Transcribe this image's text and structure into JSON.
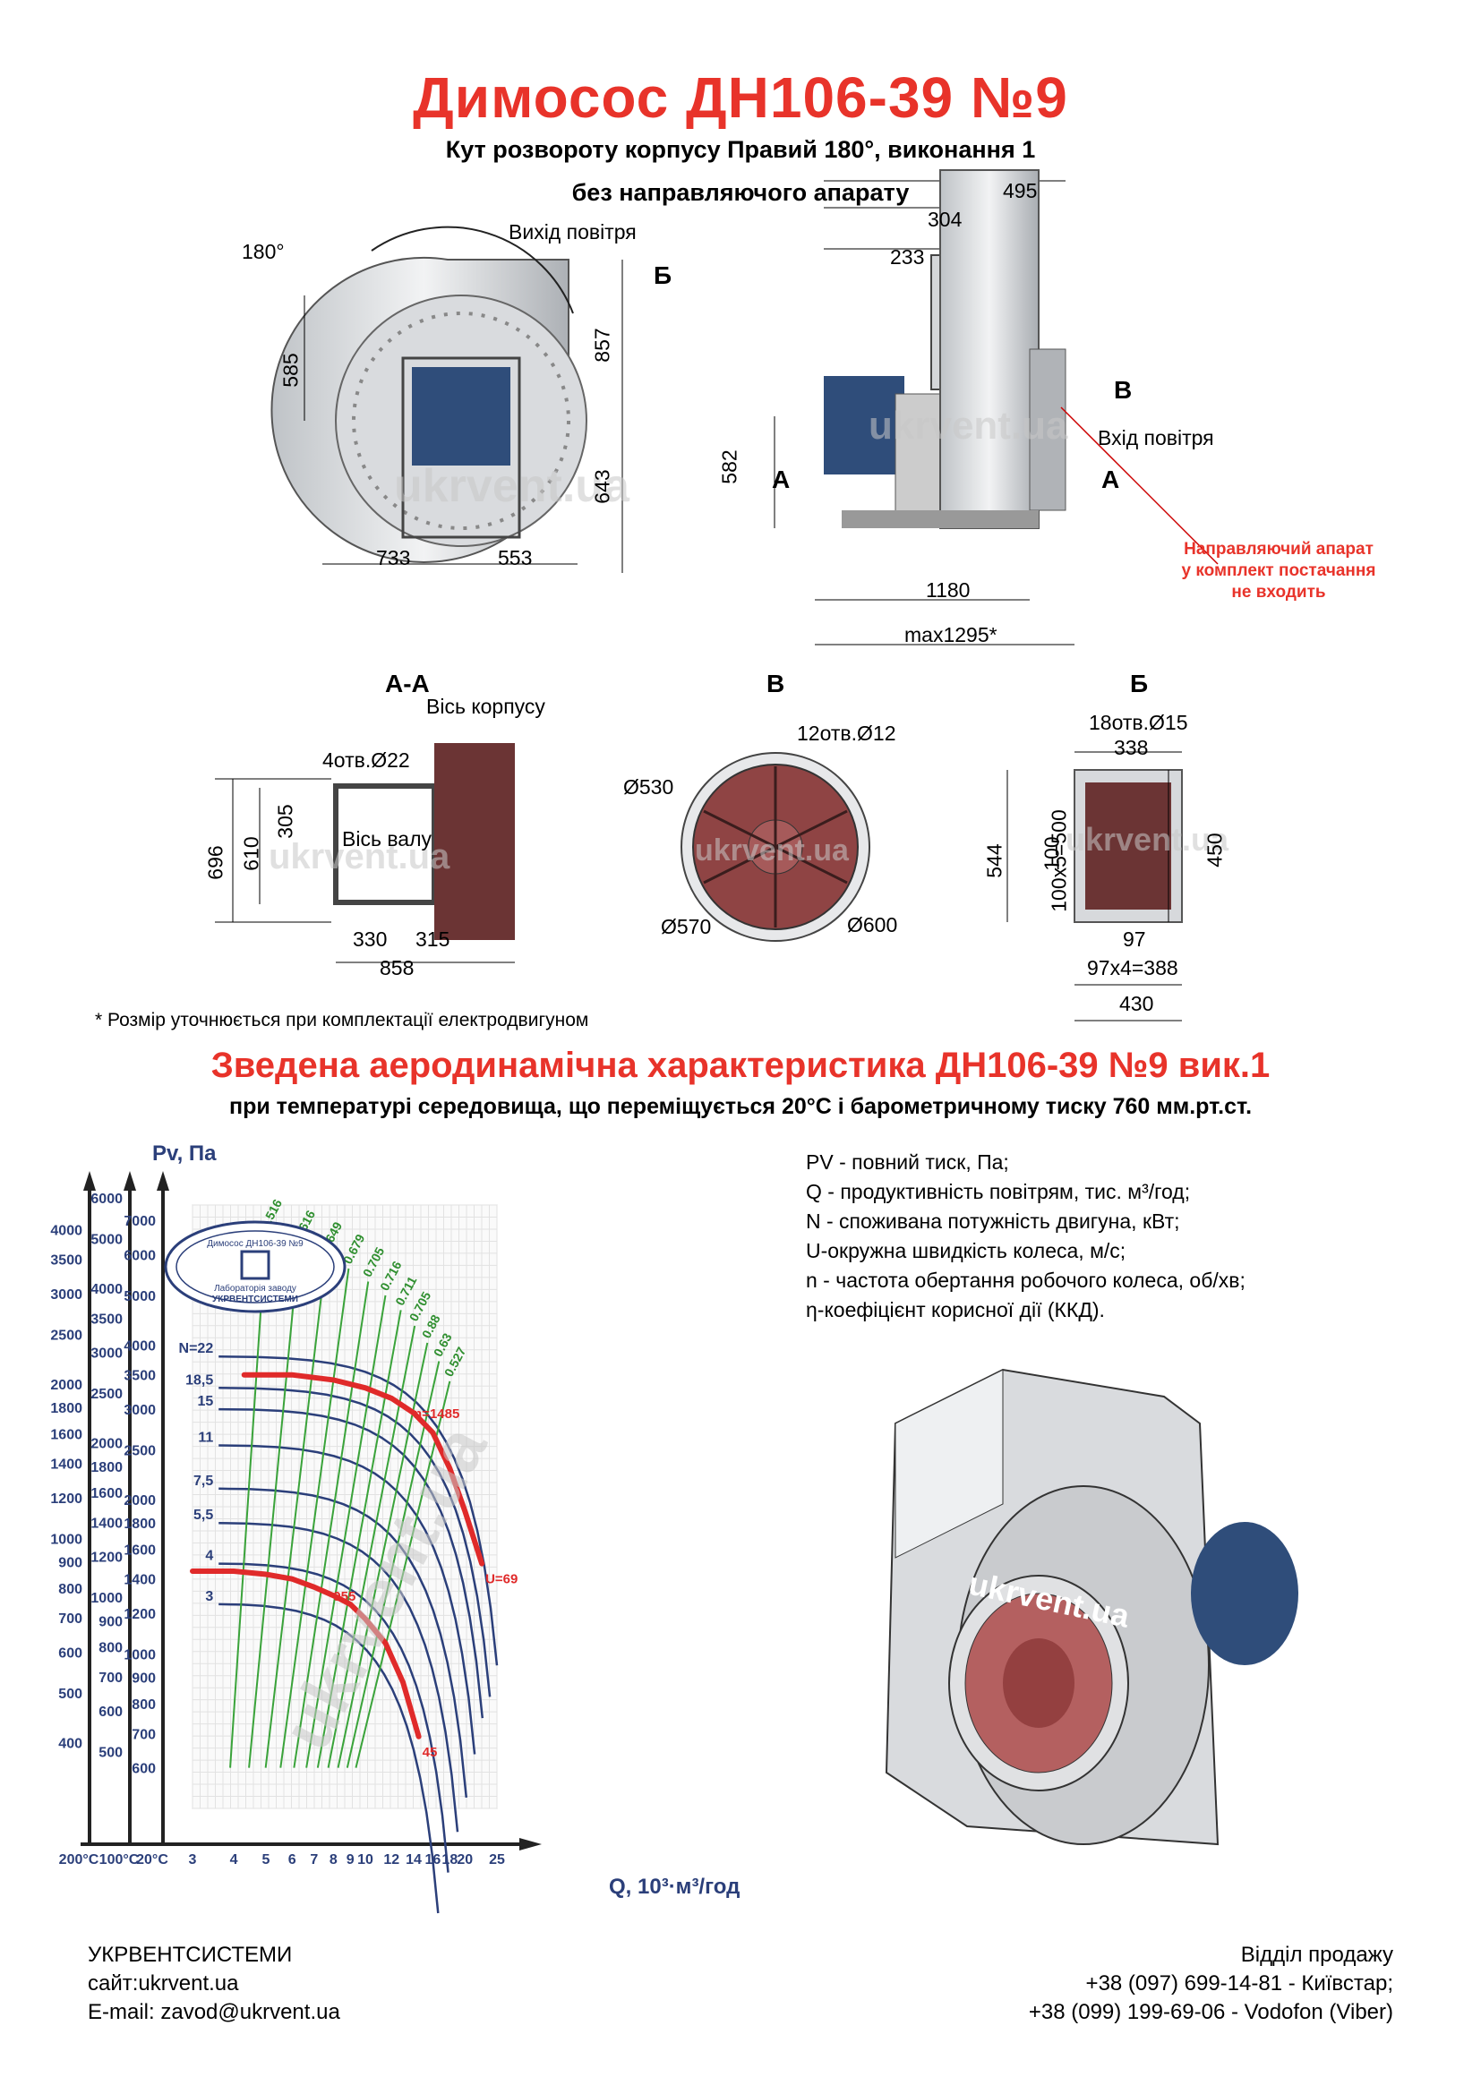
{
  "header": {
    "title": "Димосос  ДН106-39 №9",
    "subtitle1": "Кут розвороту корпусу Правий 180°, виконання 1",
    "subtitle2": "без направляючого апарату"
  },
  "front_view": {
    "angle": "180°",
    "outlet_label": "Вихід повітря",
    "section_mark": "Б",
    "dims": [
      "585",
      "857",
      "643",
      "733",
      "553"
    ]
  },
  "side_view": {
    "dims_top": [
      "495",
      "304",
      "233"
    ],
    "dims": [
      "582",
      "1180",
      "max1295*"
    ],
    "section_b": "В",
    "inlet_label": "Вхід повітря",
    "section_a": "А",
    "note": [
      "Направляючий апарат",
      "у комплект постачання",
      "не входить"
    ]
  },
  "section_aa": {
    "title": "А-А",
    "axis_body": "Вісь корпусу",
    "holes": "4отв.Ø22",
    "axis_shaft": "Вісь валу",
    "dims": [
      "696",
      "610",
      "305",
      "330",
      "315",
      "858"
    ]
  },
  "section_v": {
    "title": "В",
    "holes": "12отв.Ø12",
    "d1": "Ø530",
    "d2": "Ø570",
    "d3": "Ø600"
  },
  "section_b": {
    "title": "Б",
    "holes": "18отв.Ø15",
    "dims": [
      "338",
      "544",
      "100x5=500",
      "100",
      "450",
      "97",
      "97x4=388",
      "430"
    ]
  },
  "footnote": "* Розмір уточнюється при комплектації електродвигуном",
  "chart_heading": {
    "title": "Зведена аеродинамічна характеристика ДН106-39 №9 вик.1",
    "subtitle": "при температурі середовища, що переміщується 20°С і барометричному тиску 760 мм.рт.ст."
  },
  "legend": [
    "PV - повний тиск, Па;",
    "Q - продуктивність повітрям, тис. м³/год;",
    "N - споживана потужність двигуна, кВт;",
    "U-окружна швидкість колеса, м/с;",
    "n - частота обертання робочого колеса, об/хв;",
    "η-коефіцієнт корисної дії (ККД)."
  ],
  "stamp": {
    "line1": "Димосос ДН106-39 №9",
    "line2": "Лабораторія заводу",
    "line3": "УКРВЕНТСИСТЕМИ"
  },
  "watermark": "ukrvent.ua",
  "chart_data": {
    "type": "line",
    "ylabel": "Pv, Па",
    "xlabel": "Q, 10³·м³/год",
    "x_scale": "log",
    "y_scale": "log",
    "x_ticks": [
      "3",
      "4",
      "5",
      "6",
      "7",
      "8",
      "9",
      "10",
      "12",
      "14",
      "16",
      "18",
      "20",
      "25"
    ],
    "y_axes": [
      {
        "name": "200°C",
        "ticks": [
          "4000",
          "3500",
          "3000",
          "2500",
          "2000",
          "1800",
          "1600",
          "1400",
          "1200",
          "1000",
          "900",
          "800",
          "700",
          "600",
          "500",
          "400"
        ]
      },
      {
        "name": "100°C",
        "ticks": [
          "6000",
          "5000",
          "4000",
          "3500",
          "3000",
          "2500",
          "2000",
          "1800",
          "1600",
          "1400",
          "1200",
          "1000",
          "900",
          "800",
          "700",
          "600",
          "500"
        ]
      },
      {
        "name": "20°C",
        "ticks": [
          "7000",
          "6000",
          "5000",
          "4000",
          "3500",
          "3000",
          "2500",
          "2000",
          "1800",
          "1600",
          "1400",
          "1200",
          "1000",
          "900",
          "800",
          "700",
          "600"
        ]
      }
    ],
    "power_labels": [
      "N=22",
      "18,5",
      "15",
      "11",
      "7,5",
      "5,5",
      "4",
      "3"
    ],
    "efficiency_labels": [
      "0.516",
      "0.616",
      "0.649",
      "0.679",
      "0.705",
      "0.716",
      "0.711",
      "0.705",
      "0.88",
      "0.63",
      "0.527"
    ],
    "speed_labels": [
      "n=1485",
      "955"
    ],
    "u_labels": [
      "U=69",
      "45"
    ],
    "series": [
      {
        "name": "n=1485",
        "x": [
          4.3,
          6,
          8,
          10,
          12,
          14,
          16,
          18,
          20,
          22.5
        ],
        "y": [
          3500,
          3500,
          3420,
          3300,
          3150,
          2950,
          2700,
          2300,
          1900,
          1500
        ]
      },
      {
        "name": "955",
        "x": [
          3,
          4,
          5,
          6,
          7,
          8,
          9,
          10,
          11.5,
          13,
          14.5
        ],
        "y": [
          1450,
          1450,
          1430,
          1400,
          1350,
          1300,
          1250,
          1170,
          1050,
          880,
          690
        ]
      }
    ]
  },
  "footer": {
    "company": "УКРВЕНТСИСТЕМИ",
    "site": "сайт:ukrvent.ua",
    "email": "E-mail: zavod@ukrvent.ua",
    "sales": "Відділ продажу",
    "phone1": "+38 (097) 699-14-81 - Київстар;",
    "phone2": "+38 (099) 199-69-06 - Vodofon (Viber)"
  }
}
